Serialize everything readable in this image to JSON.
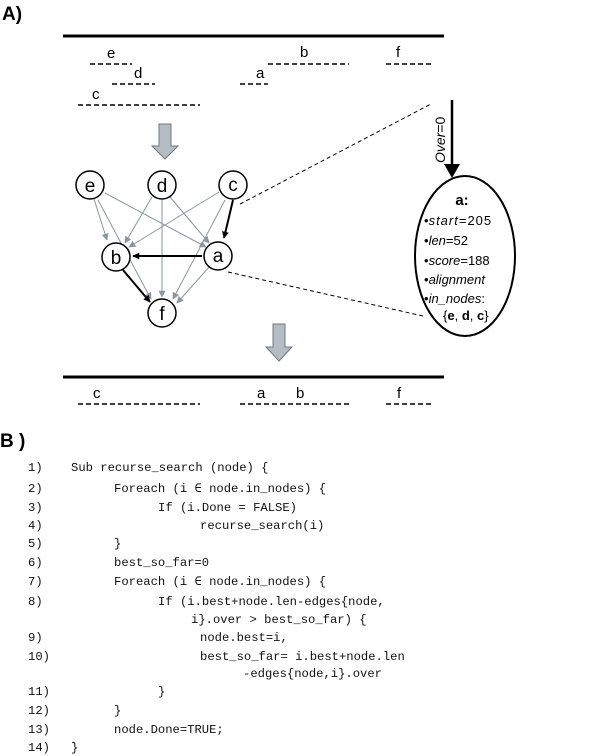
{
  "panel_labels": {
    "a": "A)",
    "b": "B )"
  },
  "top_track": {
    "segments": [
      {
        "label": "e"
      },
      {
        "label": "d"
      },
      {
        "label": "c"
      },
      {
        "label": "a"
      },
      {
        "label": "b"
      },
      {
        "label": "f"
      }
    ]
  },
  "bottom_track": {
    "segments": [
      {
        "label": "c"
      },
      {
        "label": "a"
      },
      {
        "label": "b"
      },
      {
        "label": "f"
      }
    ]
  },
  "graph": {
    "nodes": [
      {
        "id": "e",
        "label": "e"
      },
      {
        "id": "d",
        "label": "d"
      },
      {
        "id": "c",
        "label": "c"
      },
      {
        "id": "b",
        "label": "b"
      },
      {
        "id": "a",
        "label": "a"
      },
      {
        "id": "f",
        "label": "f"
      }
    ],
    "colors": {
      "thin_edge": "#8a96a0",
      "bold_edge": "#000000",
      "flow_arrow": "#b4bcc4"
    }
  },
  "over_label": {
    "italic": "Over",
    "value": "=0"
  },
  "node_info": {
    "title": "a:",
    "start_key": "start",
    "start_value": "=205",
    "len_key": "len",
    "len_value": "=52",
    "score_key": "score",
    "score_value": "=188",
    "alignment_key": "alignment",
    "in_nodes_key": "in_nodes",
    "in_nodes_colon": ":",
    "set_open": "{",
    "n1": "e",
    "sep1": ", ",
    "n2": "d",
    "sep2": ", ",
    "n3": "c",
    "set_close": "}"
  },
  "code": {
    "lines": [
      {
        "num": "1)",
        "text": "Sub recurse_search (node) {"
      },
      {
        "num": "2)",
        "text": "Foreach (i ∈ node.in_nodes) {"
      },
      {
        "num": "3)",
        "text": "If (i.Done = FALSE)"
      },
      {
        "num": "4)",
        "text": "recurse_search(i)"
      },
      {
        "num": "5)",
        "text": "}"
      },
      {
        "num": "6)",
        "text": "best_so_far=0"
      },
      {
        "num": "7)",
        "text": "Foreach (i ∈ node.in_nodes) {"
      },
      {
        "num": "8)",
        "text": "If (i.best+node.len-edges{node,"
      },
      {
        "num": "",
        "text": "i}.over > best_so_far) {"
      },
      {
        "num": "9)",
        "text": "node.best=i,"
      },
      {
        "num": "10)",
        "text": "best_so_far= i.best+node.len"
      },
      {
        "num": "",
        "text": "-edges{node,i}.over"
      },
      {
        "num": "11)",
        "text": "}"
      },
      {
        "num": "12)",
        "text": "}"
      },
      {
        "num": "13)",
        "text": "node.Done=TRUE;"
      },
      {
        "num": "14)",
        "text": "}"
      }
    ]
  }
}
